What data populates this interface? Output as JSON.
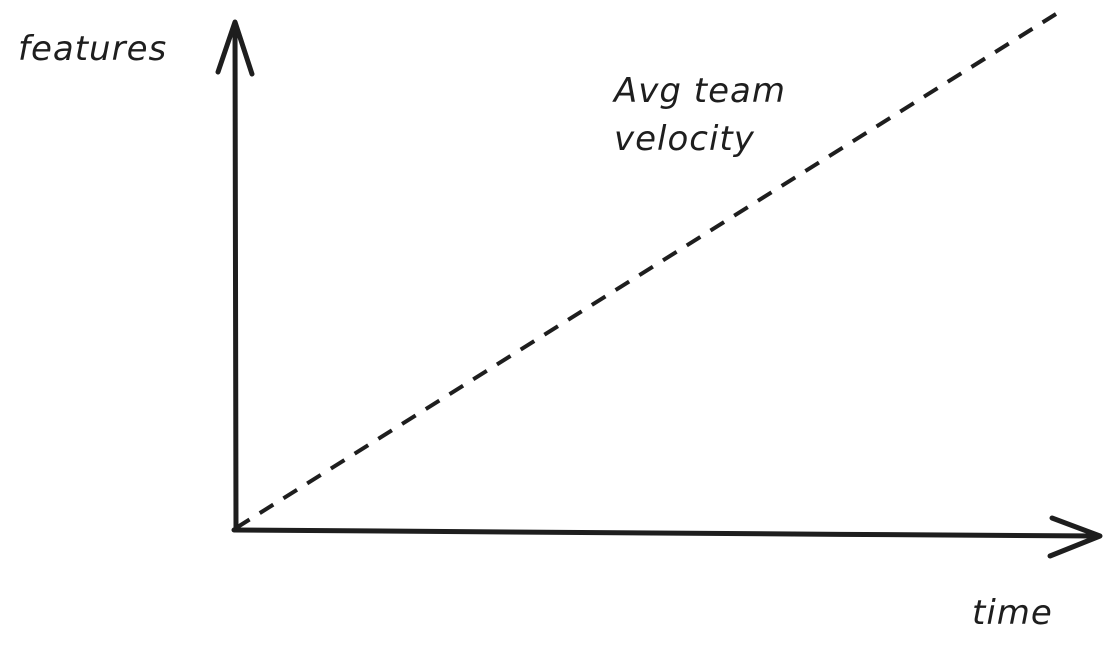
{
  "diagram": {
    "y_axis_label": "features",
    "x_axis_label": "time",
    "line_label_line1": "Avg team",
    "line_label_line2": "velocity",
    "ink_color": "#1e1e1e",
    "background_color": "#ffffff",
    "line_style": "dashed"
  }
}
